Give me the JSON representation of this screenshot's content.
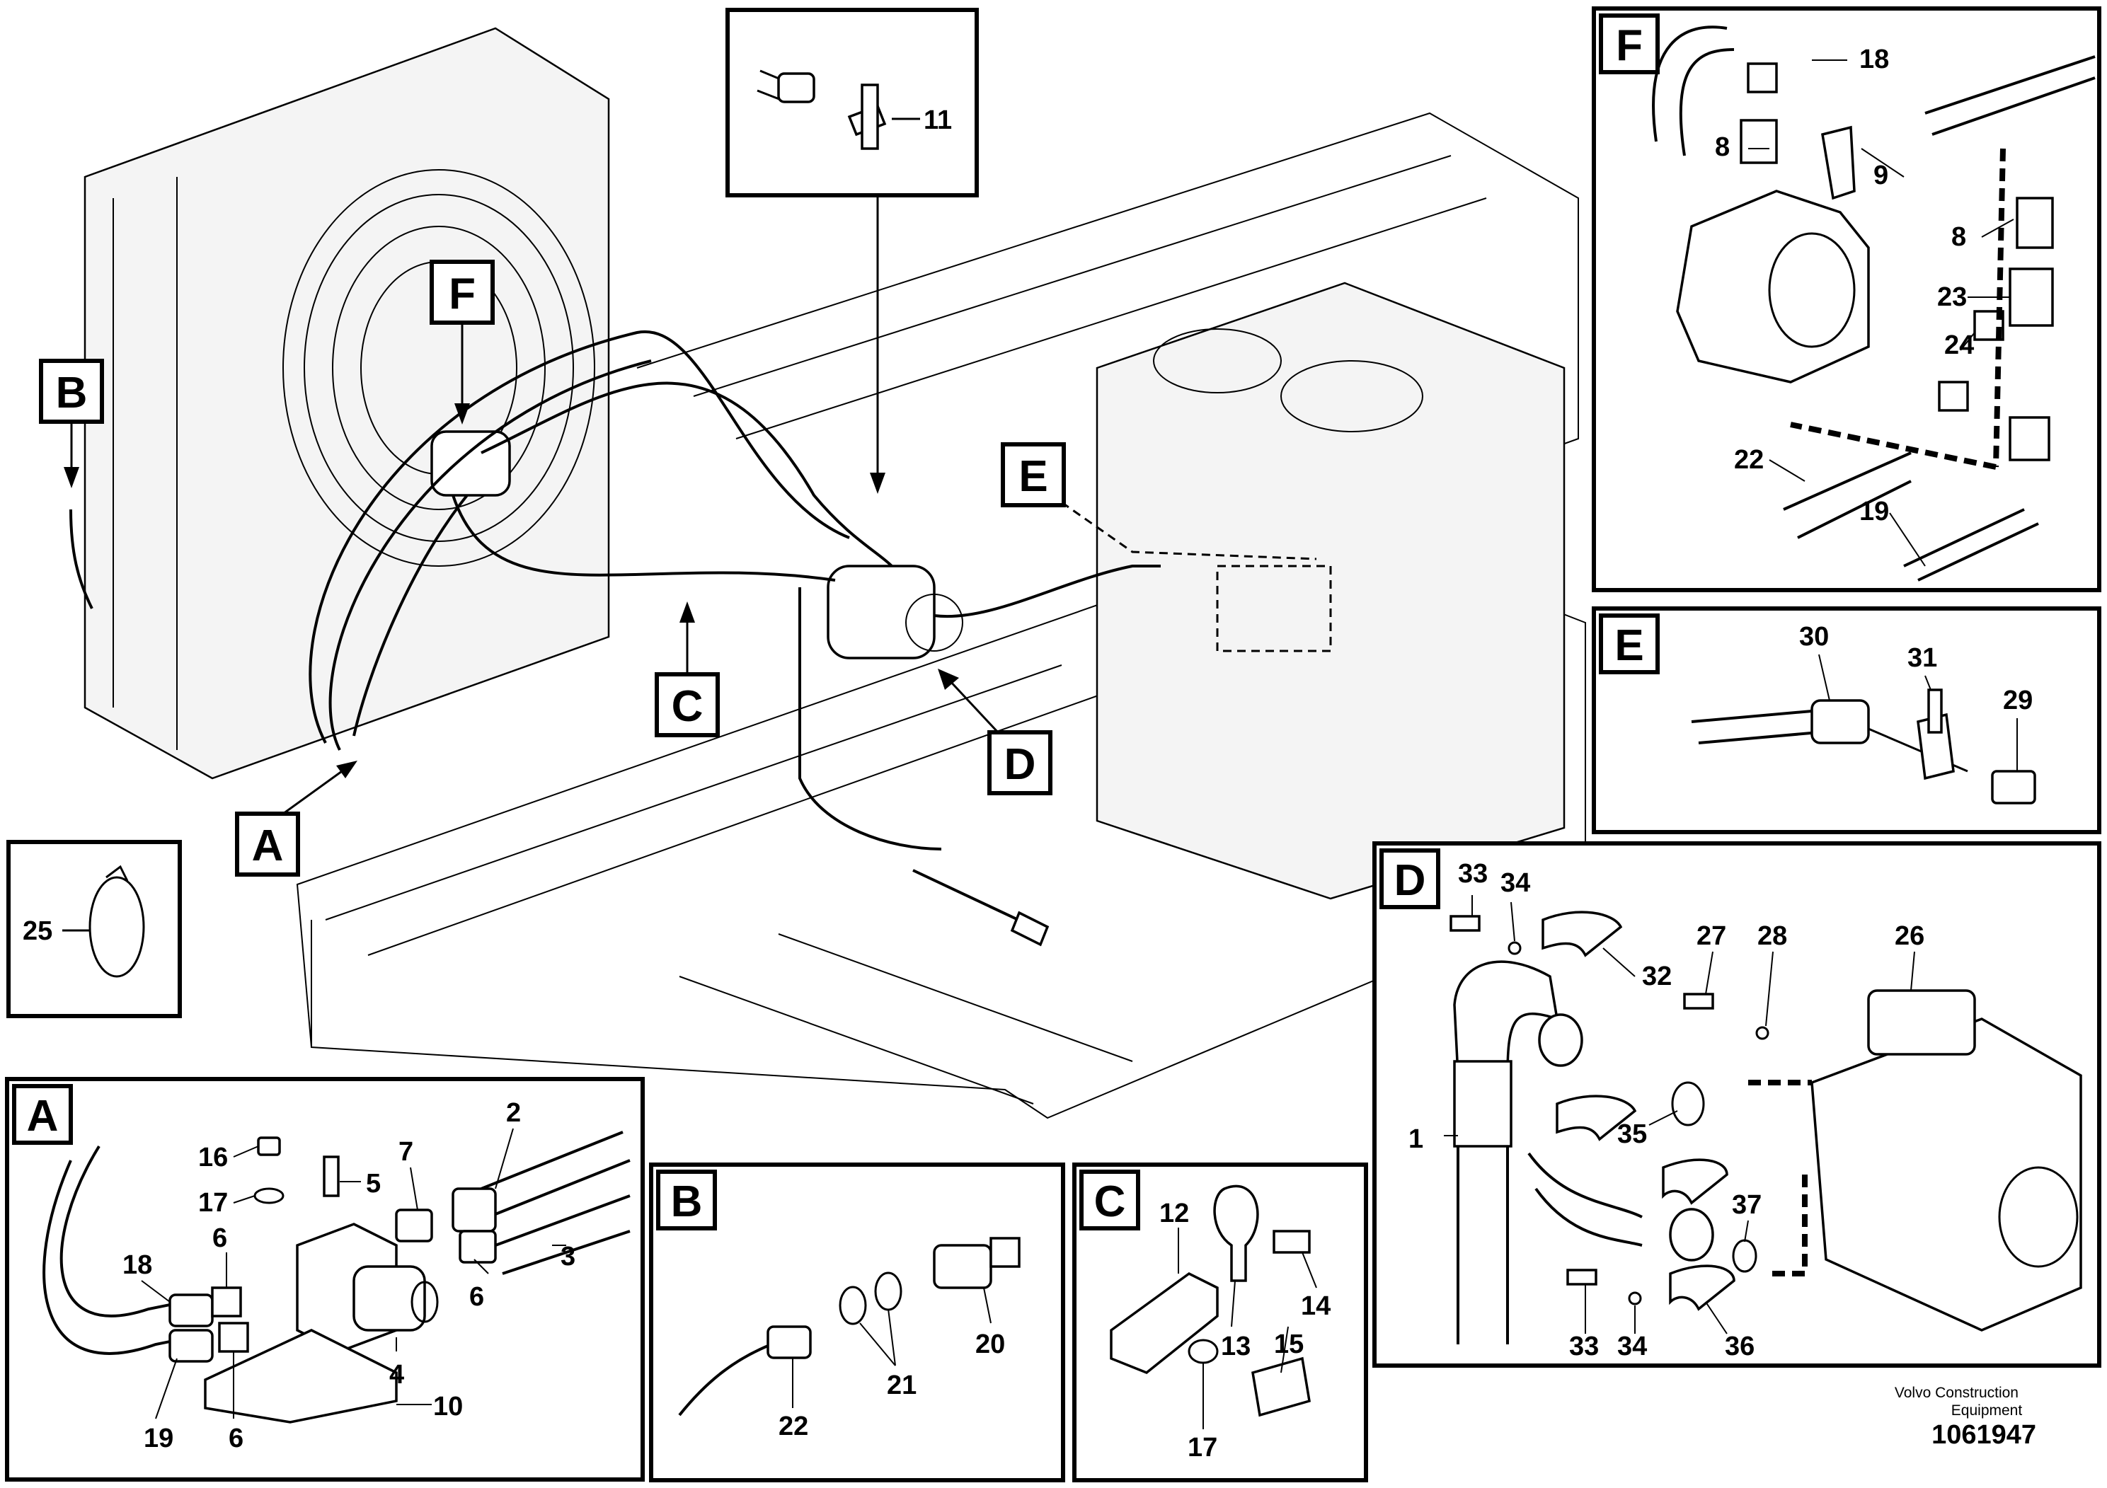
{
  "main_callouts": {
    "A": "A",
    "B": "B",
    "C": "C",
    "D": "D",
    "E": "E",
    "F": "F",
    "top_inset_part": "11",
    "clip_inset_part": "25"
  },
  "detail_A": {
    "title": "A",
    "parts": [
      "16",
      "17",
      "6",
      "18",
      "5",
      "7",
      "2",
      "6",
      "3",
      "4",
      "19",
      "6",
      "10"
    ]
  },
  "detail_B": {
    "title": "B",
    "parts": [
      "20",
      "21",
      "22"
    ]
  },
  "detail_C": {
    "title": "C",
    "parts": [
      "12",
      "14",
      "13",
      "15",
      "17"
    ]
  },
  "detail_D": {
    "title": "D",
    "parts": [
      "33",
      "34",
      "32",
      "27",
      "28",
      "26",
      "1",
      "35",
      "37",
      "33",
      "34",
      "36"
    ]
  },
  "detail_E": {
    "title": "E",
    "parts": [
      "30",
      "31",
      "29"
    ]
  },
  "detail_F": {
    "title": "F",
    "parts": [
      "18",
      "8",
      "9",
      "8",
      "23",
      "24",
      "22",
      "19"
    ]
  },
  "footer": {
    "company_line1": "Volvo Construction",
    "company_line2": "Equipment",
    "document_number": "1061947"
  }
}
